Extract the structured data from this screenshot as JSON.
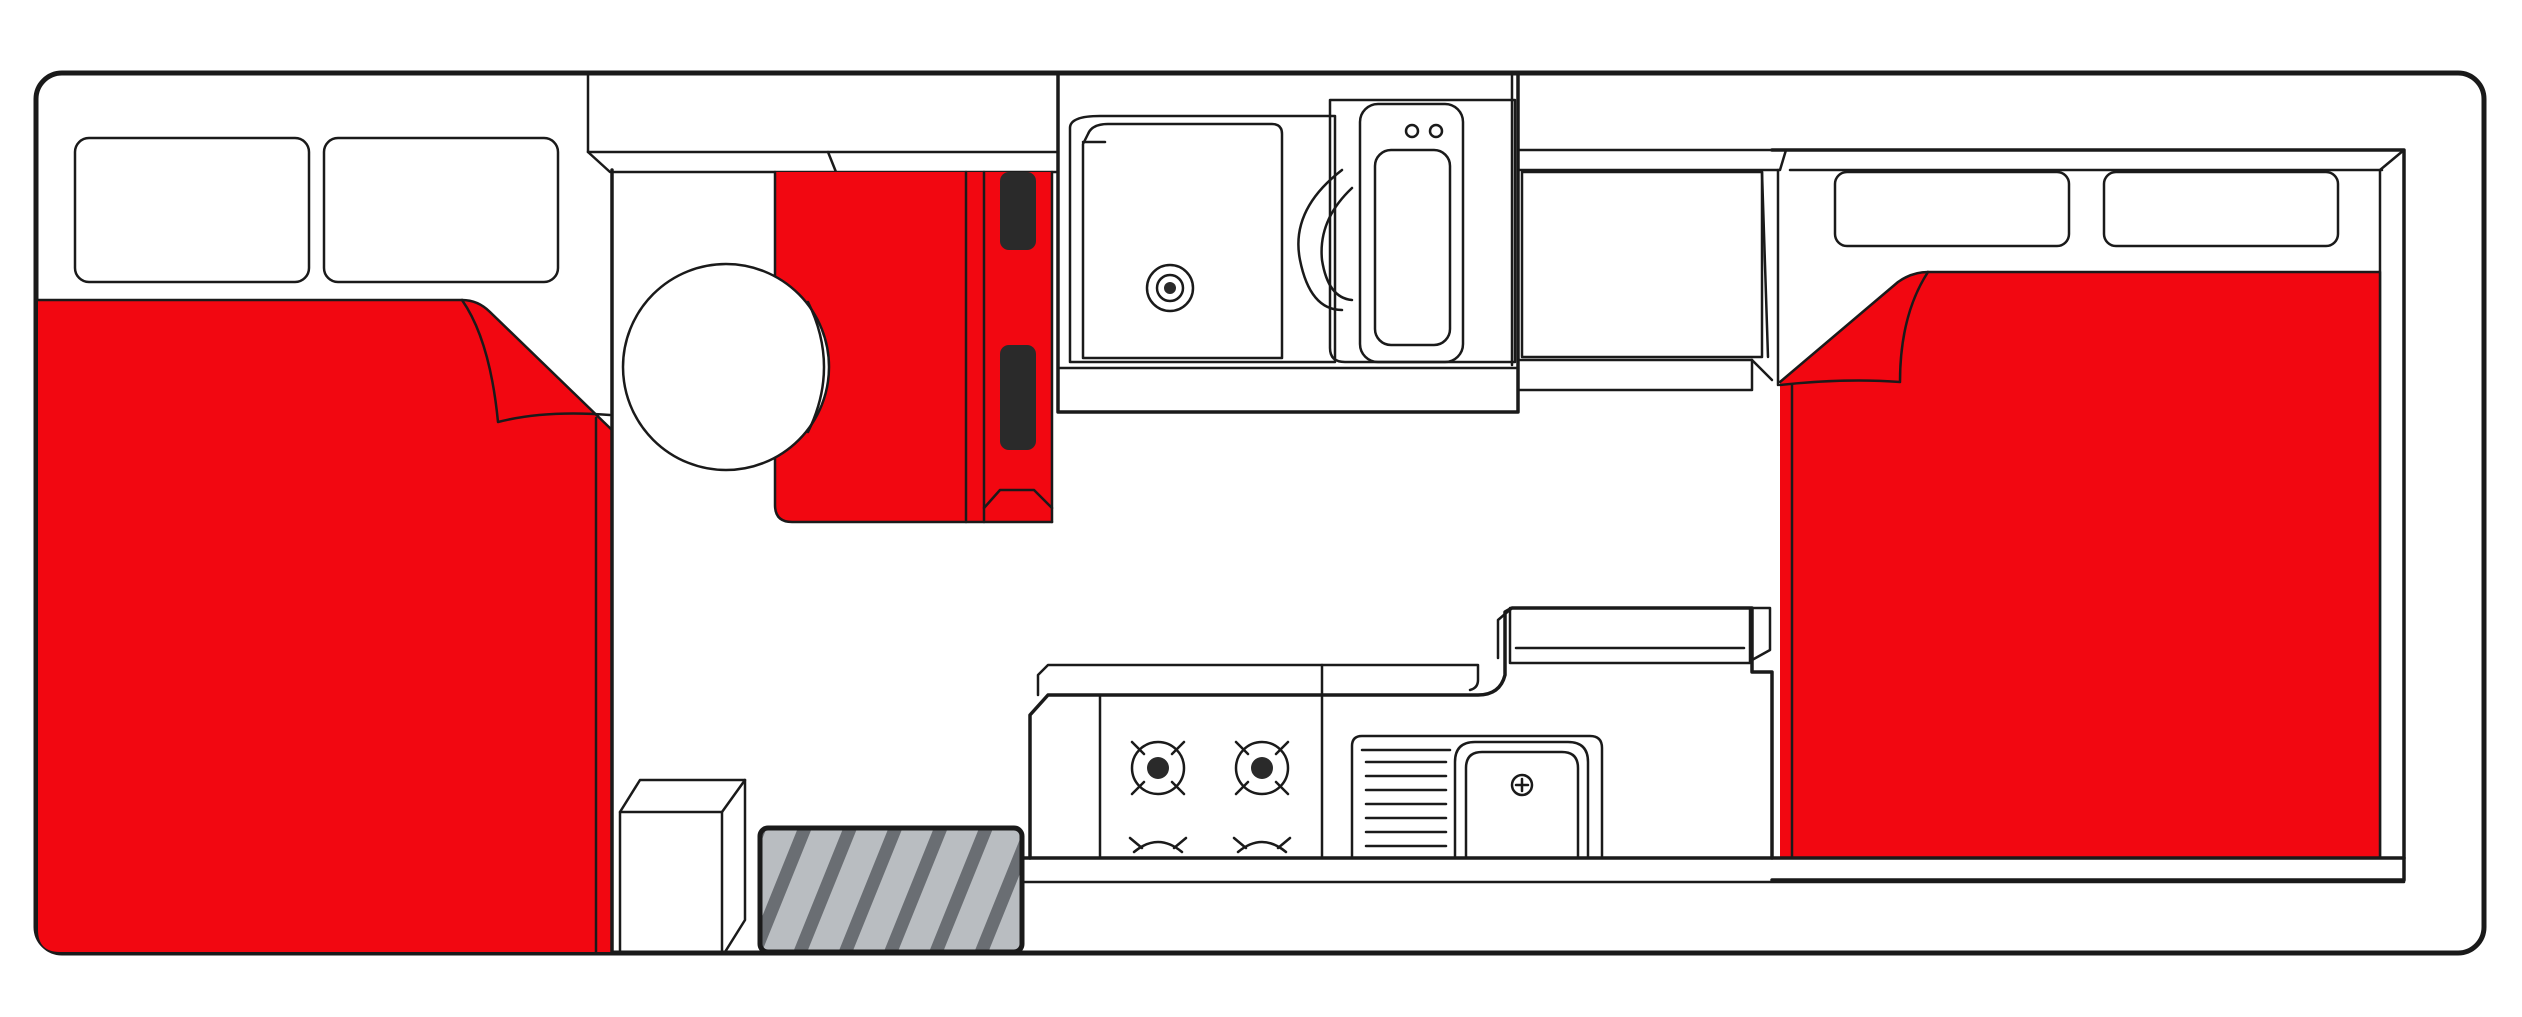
{
  "colors": {
    "background": "#ffffff",
    "outline": "#1a1a1a",
    "upholstery_red": "#f20711",
    "mat_grey": "#b9bdc1",
    "mat_stripe": "#6a6e73",
    "cushion_dark": "#2a2a2a"
  },
  "layout_items": [
    {
      "name": "rear-double-bed",
      "color_key": "upholstery_red"
    },
    {
      "name": "over-cab-double-bed",
      "color_key": "upholstery_red"
    },
    {
      "name": "dinette-seat",
      "color_key": "upholstery_red"
    },
    {
      "name": "round-table",
      "color_key": "background"
    },
    {
      "name": "bathroom-vanity-and-toilet",
      "color_key": "background"
    },
    {
      "name": "kitchen-cooktop-4-burner",
      "color_key": "background"
    },
    {
      "name": "kitchen-sink-with-drainer",
      "color_key": "background"
    },
    {
      "name": "entry-door-mat",
      "color_key": "mat_grey"
    },
    {
      "name": "storage-cabinet",
      "color_key": "background"
    },
    {
      "name": "microwave",
      "color_key": "background"
    }
  ]
}
